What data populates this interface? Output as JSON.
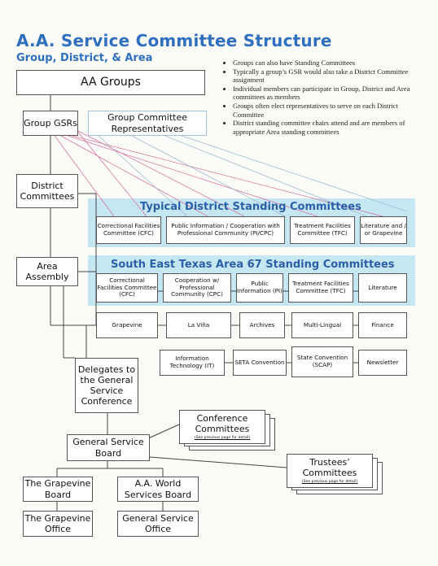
{
  "header": {
    "title": "A.A. Service Committee Structure",
    "subtitle": "Group, District, & Area"
  },
  "notes": [
    "Groups can also have Standing Committees",
    "Typically a group’s GSR would also take a District Committee assignment",
    "Individual members can participate in Group, District and Area committees as members",
    "Groups often elect representatives to serve on each District Committee",
    "District standing committee chairs attend and are members of appropriate Area standing committees"
  ],
  "nodes": {
    "aa_groups": "AA Groups",
    "group_gsrs": "Group GSRs",
    "group_committee_reps": "Group Committee Representatives",
    "district_committees": "District Committees",
    "area_assembly": "Area Assembly",
    "delegates": "Delegates to the General Service Conference",
    "conference_committees": "Conference Committees",
    "conference_detail": "(See previous page for detail)",
    "gsb": "General Service Board",
    "trustees_committees": "Trustees’ Committees",
    "trustees_detail": "(See previous page for detail)",
    "grapevine_board": "The Grapevine Board",
    "aaws_board": "A.A. World Services Board",
    "grapevine_office": "The Grapevine Office",
    "gso": "General Service Office"
  },
  "district_band": {
    "title": "Typical District Standing Committees",
    "items": [
      "Correctional Facilities Committee (CFC)",
      "Public Information / Cooperation with Professional Community (PI/CPC)",
      "Treatment Facilities Committee (TFC)",
      "Literature and / or Grapevine"
    ]
  },
  "area_band": {
    "title": "South East Texas Area 67 Standing Committees",
    "row1": [
      "Correctional Facilities Committee (CFC)",
      "Cooperation w/ Professional Community (CPC)",
      "Public Information (PI)",
      "Treatment Facilities Committee (TFC)",
      "Literature"
    ],
    "row2": [
      "Grapevine",
      "La Viña",
      "Archives",
      "Multi-Lingual",
      "Finance"
    ],
    "row3": [
      "Information Technology (IT)",
      "SETA Convention",
      "State Convention (SCAP)",
      "Newsletter"
    ]
  }
}
